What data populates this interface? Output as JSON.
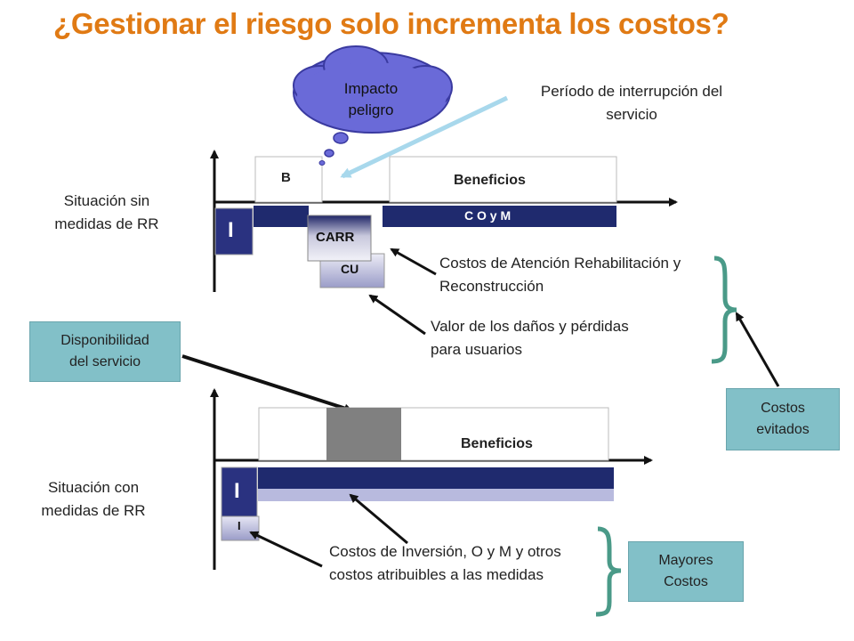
{
  "title": "¿Gestionar el riesgo solo incrementa los costos?",
  "cloud": {
    "line1": "Impacto",
    "line2": "peligro"
  },
  "period_label": {
    "line1": "Período de interrupción del",
    "line2": "servicio"
  },
  "top": {
    "situation": {
      "line1": "Situación sin",
      "line2": "medidas de RR"
    },
    "b_label": "B",
    "benefits_label": "Beneficios",
    "investment_label": "I",
    "coym_label": "C O y M",
    "carr_label": "CARR",
    "cu_label": "CU",
    "carr_note": {
      "line1": "Costos de Atención Rehabilitación y",
      "line2": "Reconstrucción"
    },
    "cu_note": {
      "line1": "Valor de los daños y pérdidas",
      "line2": "para usuarios"
    }
  },
  "availability": {
    "line1": "Disponibilidad",
    "line2": "del servicio"
  },
  "avoided_costs": {
    "line1": "Costos",
    "line2": "evitados"
  },
  "bottom": {
    "situation": {
      "line1": "Situación con",
      "line2": "medidas de RR"
    },
    "benefits_label": "Beneficios",
    "investment_label": "I",
    "small_i_label": "I",
    "cost_note": {
      "line1": "Costos de Inversión, O y M  y otros",
      "line2": "costos atribuibles a las medidas"
    }
  },
  "higher_costs": {
    "line1": "Mayores",
    "line2": "Costos"
  },
  "colors": {
    "title": "#e07a14",
    "navy": "#1f2a6e",
    "cloud": "#6a6ad8",
    "teal_box": "#82c0c8",
    "brace": "#4a9a88",
    "gray_block": "#808080",
    "arrow_light": "#a8d8ec"
  }
}
